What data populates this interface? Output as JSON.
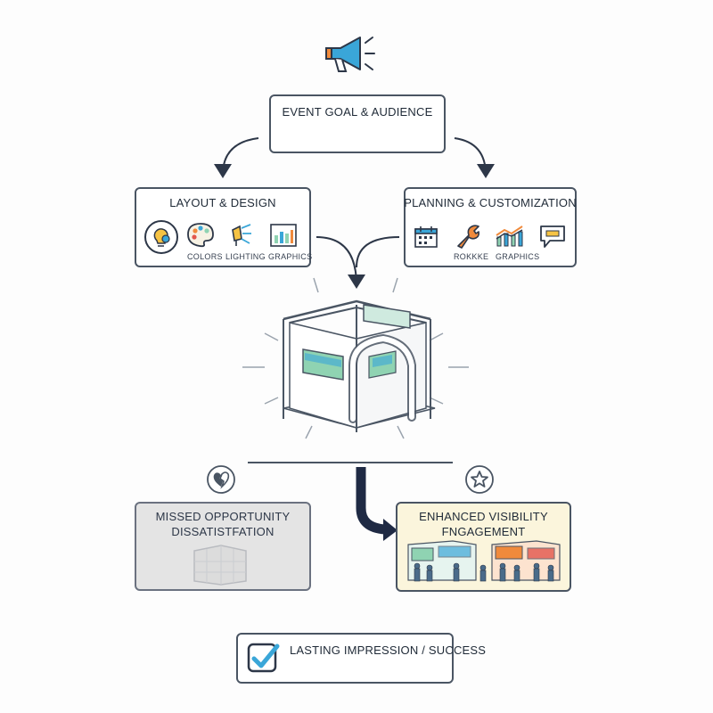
{
  "goal": {
    "title": "EVENT GOAL & AUDIENCE"
  },
  "layout_design": {
    "title": "LAYOUT & DESIGN",
    "items": [
      "COLORS",
      "LIGHTING",
      "GRAPHICS"
    ]
  },
  "planning": {
    "title": "PLANNING & CUSTOMIZATION",
    "items": [
      "ROKKKE",
      "GRAPHICS"
    ]
  },
  "outcomes": {
    "negative": {
      "line1": "MISSED OPPORTUNITY",
      "line2": "DISSATISTFATION"
    },
    "positive": {
      "line1": "ENHANCED VISIBILITY",
      "line2": "FNGAGEMENT"
    }
  },
  "result": {
    "title": "LASTING IMPRESSION / SUCCESS"
  },
  "icons": {
    "megaphone": "megaphone-icon",
    "bulb": "lightbulb-gear-icon",
    "palette": "palette-icon",
    "spotlight": "spotlight-icon",
    "graphics": "bar-graphics-icon",
    "calendar": "calendar-icon",
    "wrench": "wrench-icon",
    "chart": "line-chart-icon",
    "chat": "chat-bubble-icon",
    "broken_heart": "broken-heart-icon",
    "star": "star-icon",
    "check": "checkmark-icon"
  },
  "colors": {
    "stroke": "#2d3748",
    "accent_blue": "#3aa6d8",
    "accent_green": "#8fd3b2",
    "accent_orange": "#f08a3c",
    "positive_bg": "#fbf5dc",
    "negative_bg": "#e4e4e4"
  }
}
